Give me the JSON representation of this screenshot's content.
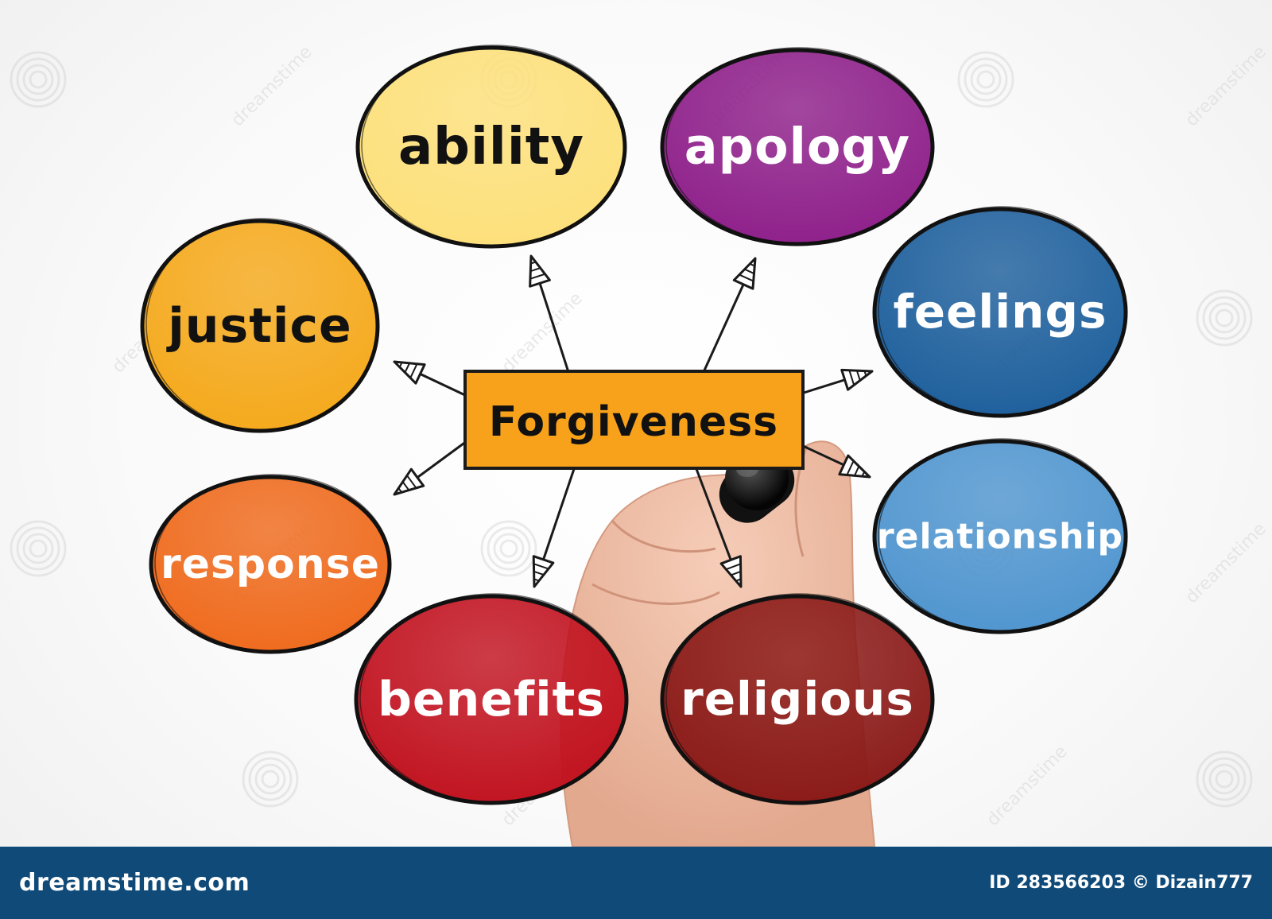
{
  "diagram": {
    "center": {
      "label": "Forgiveness",
      "color": "#f7a21a"
    },
    "nodes": [
      {
        "id": "ability",
        "label": "ability",
        "color": "#fde07a",
        "text_color": "#111111"
      },
      {
        "id": "apology",
        "label": "apology",
        "color": "#8e1f8a",
        "text_color": "#ffffff"
      },
      {
        "id": "justice",
        "label": "justice",
        "color": "#f5a91b",
        "text_color": "#111111"
      },
      {
        "id": "feelings",
        "label": "feelings",
        "color": "#1d5f9c",
        "text_color": "#ffffff"
      },
      {
        "id": "response",
        "label": "response",
        "color": "#ef6a1c",
        "text_color": "#ffffff"
      },
      {
        "id": "relationship",
        "label": "relationship",
        "color": "#4f95cf",
        "text_color": "#ffffff"
      },
      {
        "id": "benefits",
        "label": "benefits",
        "color": "#c1121f",
        "text_color": "#ffffff"
      },
      {
        "id": "religious",
        "label": "religious",
        "color": "#8a1a18",
        "text_color": "#ffffff"
      }
    ],
    "watermark_text": "dreamstime"
  },
  "footer": {
    "logo": "dreamstime.com",
    "credit": "ID 283566203 © Dizain777",
    "background": "#0f4a78"
  }
}
